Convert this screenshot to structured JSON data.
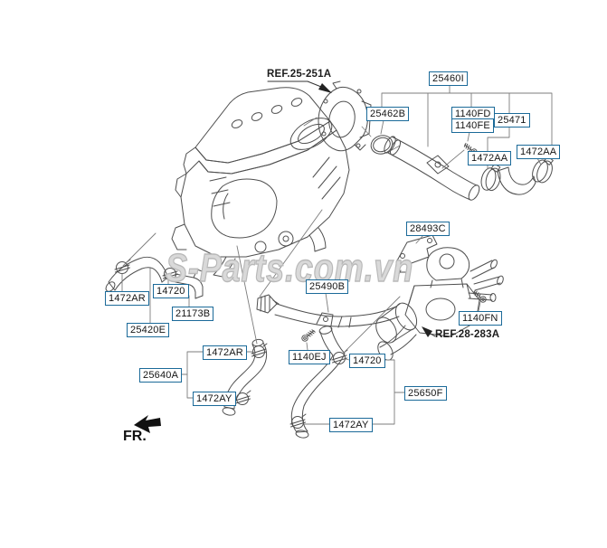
{
  "title_hint": "coolant hose and pipe parts diagram",
  "watermark": "S-Parts.com.vn",
  "fr_indicator": "FR.",
  "references": {
    "thermostat": {
      "text": "REF.25-251A"
    },
    "egr": {
      "text": "REF.28-283A"
    }
  },
  "parts": [
    {
      "num": "25460I"
    },
    {
      "num": "25462B"
    },
    {
      "num": "1140FD"
    },
    {
      "num": "1140FE"
    },
    {
      "num": "25471"
    },
    {
      "num": "1472AA"
    },
    {
      "num": "1472AA"
    },
    {
      "num": "28493C"
    },
    {
      "num": "25490B"
    },
    {
      "num": "1140FN"
    },
    {
      "num": "1472AR"
    },
    {
      "num": "14720"
    },
    {
      "num": "21173B"
    },
    {
      "num": "25420E"
    },
    {
      "num": "1472AR"
    },
    {
      "num": "25640A"
    },
    {
      "num": "1472AY"
    },
    {
      "num": "1140EJ"
    },
    {
      "num": "14720"
    },
    {
      "num": "25650F"
    },
    {
      "num": "1472AY"
    }
  ],
  "colors": {
    "label_border": "#1b6a99",
    "line_art": "#4f4f4f",
    "leader": "#7d7d7d",
    "watermark": "#b9b9b9"
  }
}
